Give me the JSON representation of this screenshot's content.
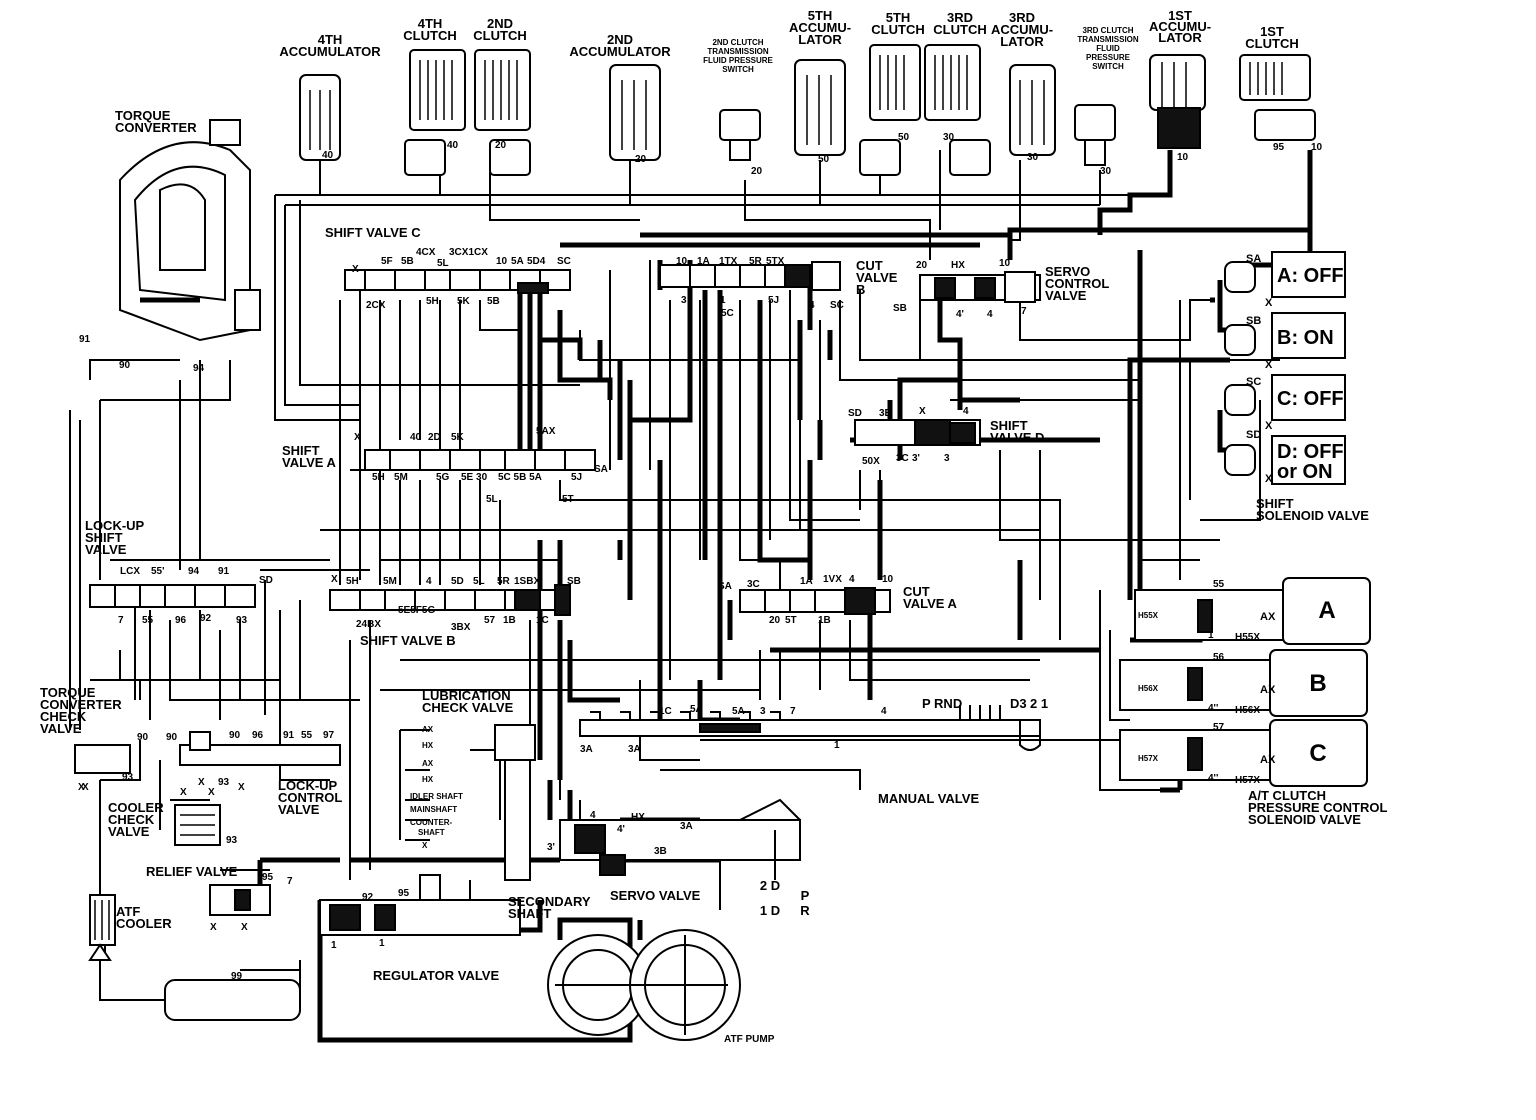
{
  "components": {
    "accum_4th": [
      "4TH",
      "ACCUMULATOR"
    ],
    "clutch_4th": [
      "4TH",
      "CLUTCH"
    ],
    "clutch_2nd": [
      "2ND",
      "CLUTCH"
    ],
    "accum_2nd": [
      "2ND",
      "ACCUMULATOR"
    ],
    "sw_2nd": [
      "2ND CLUTCH",
      "TRANSMISSION",
      "FLUID PRESSURE",
      "SWITCH"
    ],
    "accum_5th": [
      "5TH",
      "ACCUMU-",
      "LATOR"
    ],
    "clutch_5th": [
      "5TH",
      "CLUTCH"
    ],
    "clutch_3rd": [
      "3RD",
      "CLUTCH"
    ],
    "accum_3rd": [
      "3RD",
      "ACCUMU-",
      "LATOR"
    ],
    "sw_3rd": [
      "3RD CLUTCH",
      "TRANSMISSION",
      "FLUID",
      "PRESSURE",
      "SWITCH"
    ],
    "accum_1st": [
      "1ST",
      "ACCUMU-",
      "LATOR"
    ],
    "clutch_1st": [
      "1ST",
      "CLUTCH"
    ],
    "torque_converter": [
      "TORQUE",
      "CONVERTER"
    ],
    "shift_valve_c": "SHIFT VALVE C",
    "cut_valve_b": [
      "CUT",
      "VALVE",
      "B"
    ],
    "servo_control_valve": [
      "SERVO",
      "CONTROL",
      "VALVE"
    ],
    "shift_valve_d": [
      "SHIFT",
      "VALVE D"
    ],
    "shift_valve_a": [
      "SHIFT",
      "VALVE A"
    ],
    "lockup_shift_valve": [
      "LOCK-UP",
      "SHIFT",
      "VALVE"
    ],
    "shift_valve_b": "SHIFT VALVE B",
    "cut_valve_a": [
      "CUT",
      "VALVE A"
    ],
    "tc_check_valve": [
      "TORQUE",
      "CONVERTER",
      "CHECK",
      "VALVE"
    ],
    "lubrication_check_valve": [
      "LUBRICATION",
      "CHECK VALVE"
    ],
    "lockup_control_valve": [
      "LOCK-UP",
      "CONTROL",
      "VALVE"
    ],
    "cooler_check_valve": [
      "COOLER",
      "CHECK",
      "VALVE"
    ],
    "relief_valve": "RELIEF VALVE",
    "atf_cooler": [
      "ATF",
      "COOLER"
    ],
    "regulator_valve": "REGULATOR VALVE",
    "secondary_shaft": [
      "SECONDARY",
      "SHAFT"
    ],
    "servo_valve": "SERVO VALVE",
    "manual_valve": "MANUAL VALVE",
    "atf_pump": "ATF PUMP",
    "shift_solenoid_valve": [
      "SHIFT",
      "SOLENOID VALVE"
    ],
    "at_clutch_solenoid": [
      "A/T CLUTCH",
      "PRESSURE CONTROL",
      "SOLENOID VALVE"
    ],
    "lube_list": [
      "AX",
      "HX",
      "AX",
      "HX",
      "IDLER SHAFT",
      "MAINSHAFT",
      "COUNTER-",
      "SHAFT",
      "X"
    ]
  },
  "solenoids": {
    "shift": [
      {
        "id": "A",
        "state": "A: OFF",
        "ports": [
          "SA",
          "X"
        ]
      },
      {
        "id": "B",
        "state": "B: ON",
        "ports": [
          "SB",
          "X"
        ]
      },
      {
        "id": "C",
        "state": "C: OFF",
        "ports": [
          "SC",
          "X"
        ]
      },
      {
        "id": "D",
        "state": [
          "D: OFF",
          "or ON"
        ],
        "ports": [
          "SD",
          "X"
        ]
      }
    ],
    "clutch_pressure": [
      {
        "letter": "A",
        "ports": [
          "55",
          "H55X",
          "AX",
          "1",
          "H55X"
        ]
      },
      {
        "letter": "B",
        "ports": [
          "56",
          "H56X",
          "AX",
          "4''",
          "H56X"
        ]
      },
      {
        "letter": "C",
        "ports": [
          "57",
          "H57X",
          "AX",
          "4''",
          "H57X"
        ]
      }
    ]
  },
  "manual_positions": {
    "top": "P  RND",
    "d3": "D3",
    "low": "2 1",
    "servo_positions": [
      "2  D",
      "1  D",
      "P",
      "R"
    ]
  },
  "port_labels": [
    "40",
    "40",
    "20",
    "20",
    "20",
    "50",
    "50",
    "30",
    "30",
    "30",
    "10",
    "95",
    "10",
    "X",
    "5F",
    "5B",
    "4CX",
    "3CX1CX",
    "10",
    "5A",
    "5D4",
    "SC",
    "5L",
    "2CX",
    "5H",
    "5K",
    "5B",
    "10",
    "1A",
    "1TX",
    "5R",
    "5TX",
    "3",
    "1",
    "5C",
    "5J",
    "4",
    "SC",
    "20",
    "HX",
    "10",
    "SB",
    "4'",
    "4",
    "7",
    "X",
    "40",
    "2D",
    "5K",
    "5AX",
    "5H",
    "5M",
    "5G",
    "5E 30",
    "5C 5B 5A",
    "SA",
    "5J",
    "5L",
    "5T",
    "SD",
    "3B",
    "X",
    "4",
    "50X",
    "3C",
    "3'",
    "3",
    "LCX",
    "55'",
    "94",
    "91",
    "SD",
    "7",
    "55",
    "96",
    "92",
    "93",
    "X",
    "5H",
    "5M",
    "4",
    "5D",
    "5L",
    "5R",
    "1SBX",
    "SB",
    "24BX",
    "5E5F5G",
    "3BX",
    "57",
    "1B",
    "1C",
    "SA",
    "3C",
    "1A",
    "1VX",
    "4",
    "10",
    "20",
    "5T",
    "1B",
    "91",
    "90",
    "94",
    "90",
    "93",
    "X",
    "90",
    "X",
    "93",
    "90",
    "96",
    "91",
    "55",
    "97",
    "X",
    "1C",
    "5A",
    "5A",
    "3",
    "7",
    "4",
    "3A",
    "3A",
    "1",
    "4",
    "HX",
    "3A",
    "4'",
    "3B",
    "3'",
    "95",
    "7",
    "X",
    "X",
    "92",
    "95",
    "1",
    "1",
    "99",
    "X",
    "93",
    "X",
    "X",
    "X"
  ]
}
